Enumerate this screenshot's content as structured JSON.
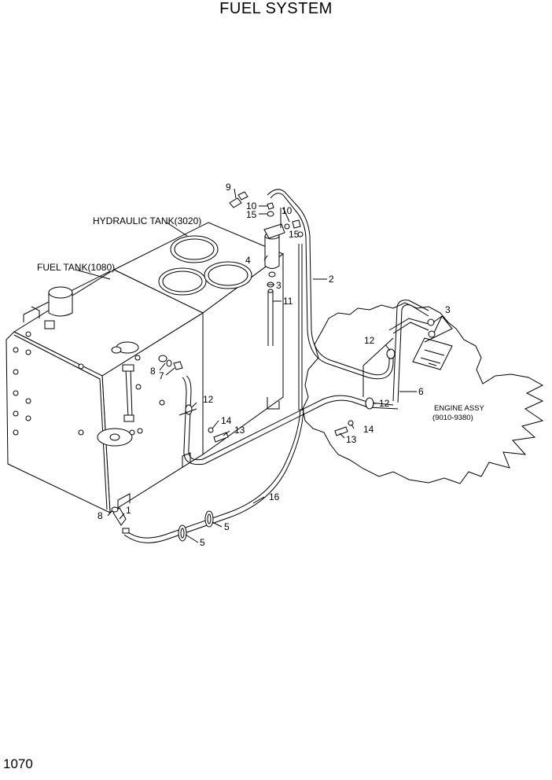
{
  "title": "FUEL SYSTEM",
  "page_number": "1070",
  "labels": {
    "hydraulic_tank": "HYDRAULIC TANK(3020)",
    "fuel_tank": "FUEL TANK(1080)",
    "engine_assy": "ENGINE ASSY",
    "engine_assy_range": "(9010-9380)"
  },
  "callouts": {
    "c1": "1",
    "c2": "2",
    "c3a": "3",
    "c3b": "3",
    "c4": "4",
    "c5a": "5",
    "c5b": "5",
    "c6": "6",
    "c7": "7",
    "c8a": "8",
    "c8b": "8",
    "c9": "9",
    "c10a": "10",
    "c10b": "10",
    "c11": "11",
    "c12a": "12",
    "c12b": "12",
    "c12c": "12",
    "c13a": "13",
    "c13b": "13",
    "c14a": "14",
    "c14b": "14",
    "c15a": "15",
    "c15b": "15",
    "c16": "16"
  }
}
